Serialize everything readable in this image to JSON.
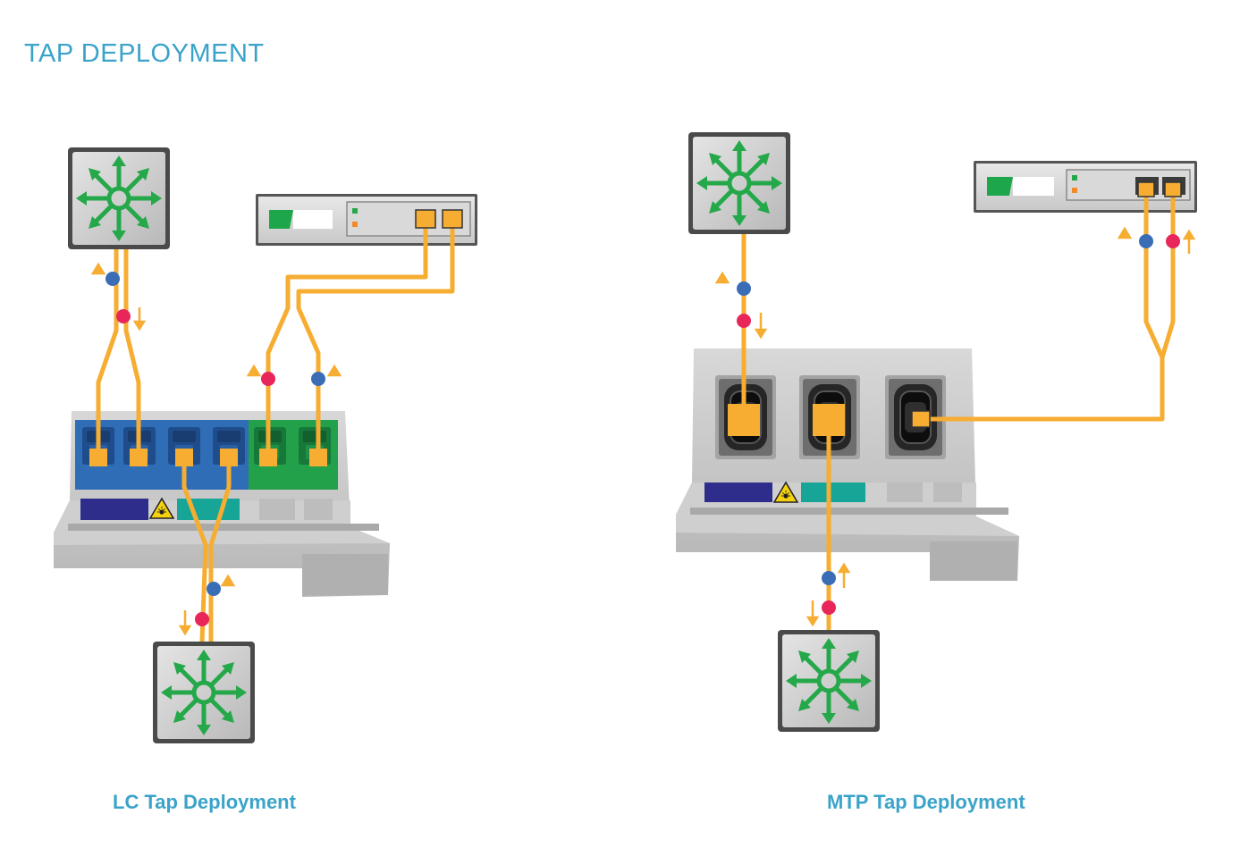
{
  "title": "TAP DEPLOYMENT",
  "diagrams": [
    {
      "caption": "LC Tap Deployment"
    },
    {
      "caption": "MTP Tap Deployment"
    }
  ],
  "colors": {
    "fiber": "#f6ad32",
    "tx_dot": "#e8265a",
    "rx_dot": "#3a6db5",
    "switch_arrows": "#25a84a",
    "lc_network_ports": "#2f6db6",
    "lc_monitor_ports": "#23a04a",
    "label_navy": "#2e2d8b",
    "label_teal": "#17a597",
    "title_color": "#3aa3c9"
  },
  "icons": [
    "network-switch-icon",
    "monitoring-tool-icon",
    "tap-chassis-icon",
    "laser-warning-icon",
    "direction-arrow-icon"
  ]
}
